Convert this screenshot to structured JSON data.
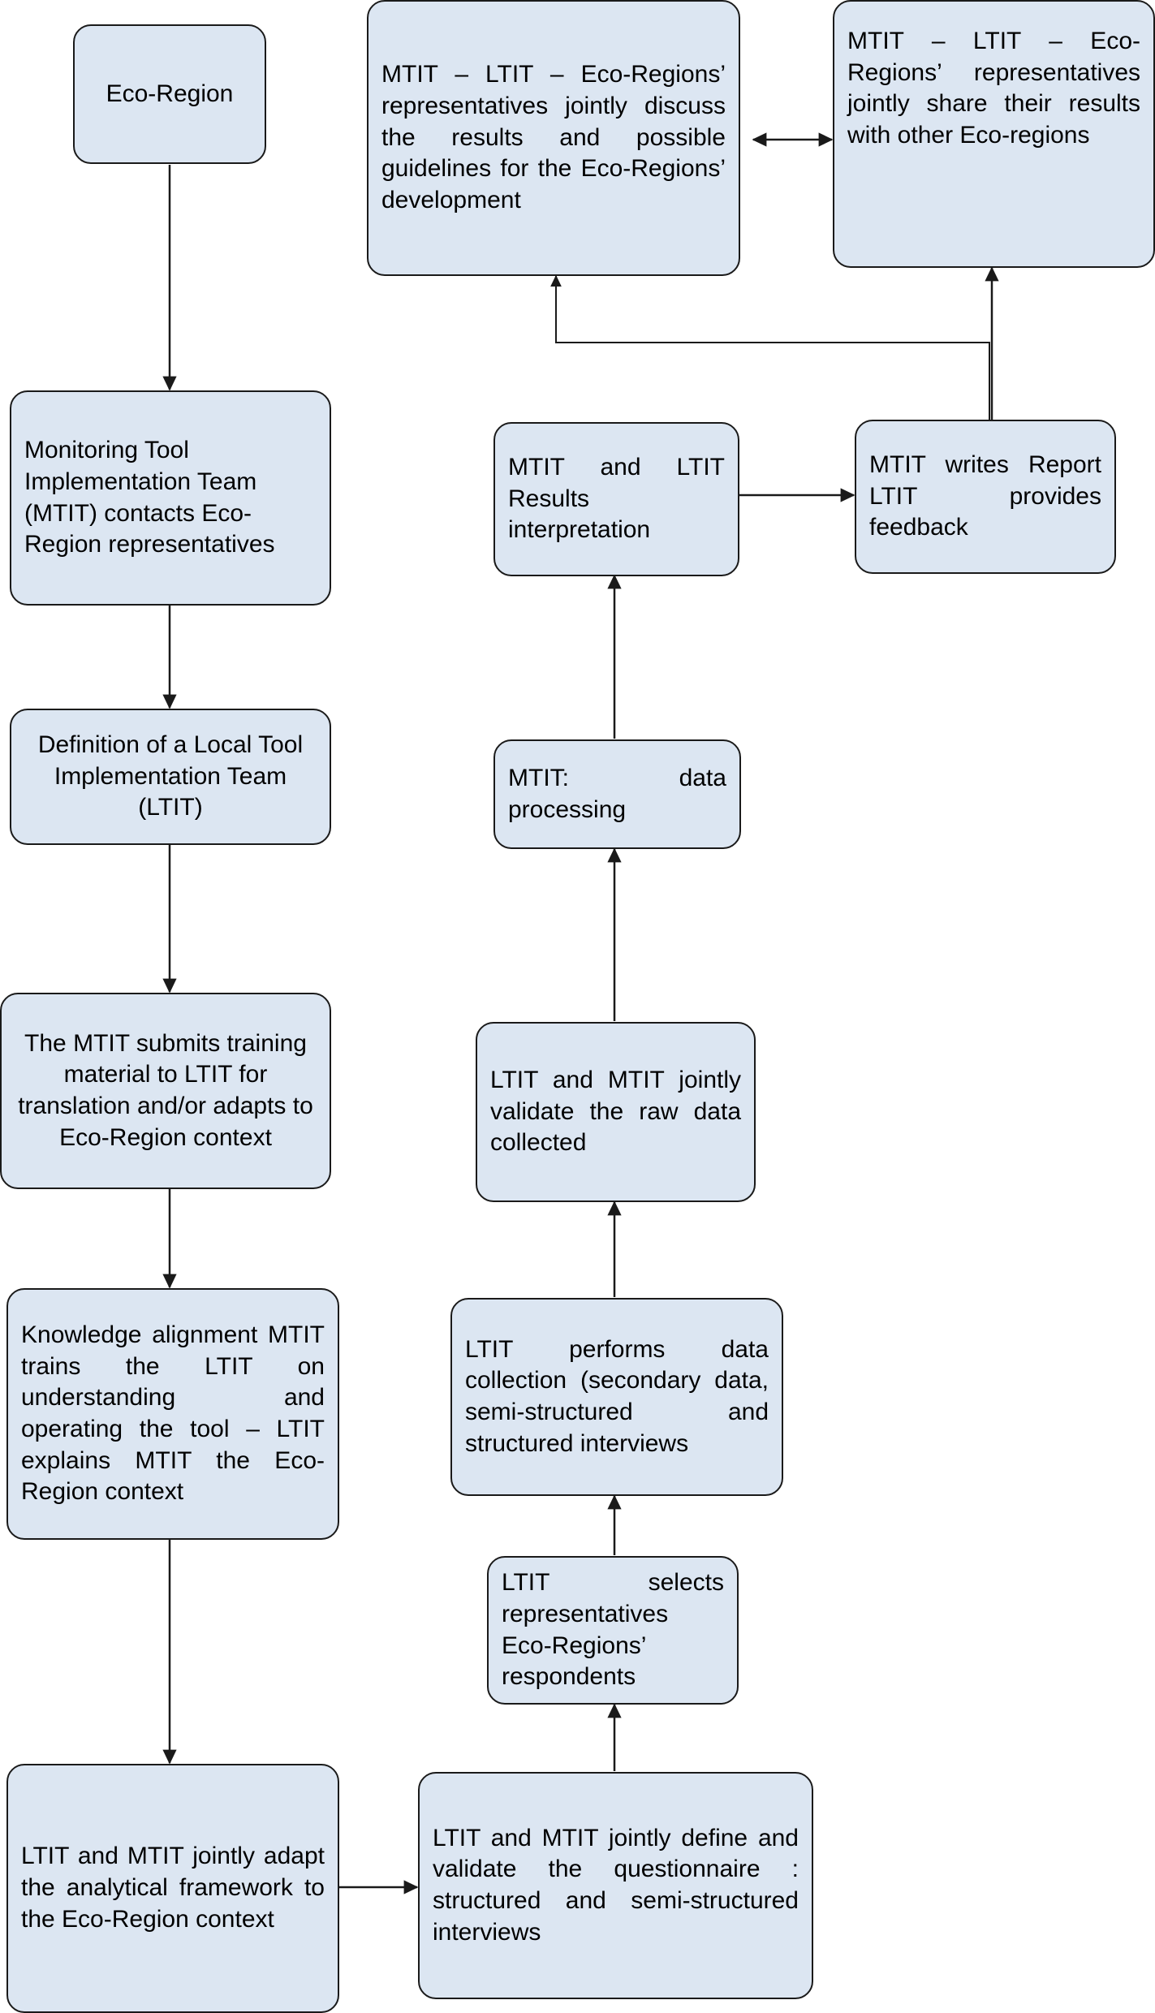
{
  "diagram": {
    "title": "Eco-Region monitoring tool implementation process flowchart",
    "colors": {
      "node_fill": "#dce6f2",
      "node_border": "#1a1a1a",
      "edge": "#1a1a1a",
      "background": "#ffffff"
    },
    "nodes": {
      "eco_region": "Eco-Region",
      "mtit_contacts": "Monitoring Tool Implementation Team (MTIT) contacts Eco-Region representatives",
      "definition_ltit": "Definition of a Local Tool Implementation Team (LTIT)",
      "mtit_submits": "The MTIT submits training material to LTIT for translation and/or  adapts to Eco-Region context",
      "knowledge_alignment": "Knowledge alignment MTIT trains the LTIT on understanding and operating the tool – LTIT explains MTIT the Eco- Region context",
      "adapt_framework": "LTIT and MTIT jointly adapt the analytical framework to the Eco-Region context",
      "define_questionnaire": "LTIT and MTIT jointly define and validate the questionnaire : structured and semi-structured interviews",
      "selects_respondents": "LTIT selects representatives Eco-Regions’ respondents",
      "performs_collection": "LTIT performs data collection (secondary data, semi-structured and structured interviews",
      "validate_raw_data": "LTIT and MTIT jointly validate the raw data collected",
      "data_processing": "MTIT: data processing",
      "results_interpretation": "MTIT and LTIT Results interpretation",
      "writes_report": "MTIT writes Report LTIT provides feedback",
      "discuss_results": "MTIT – LTIT – Eco-Regions’ representatives jointly discuss the results and possible guidelines for the Eco-Regions’ development",
      "share_results": "MTIT – LTIT – Eco-Regions’ representatives jointly share their results with other Eco-regions"
    },
    "edges": [
      {
        "from": "eco_region",
        "to": "mtit_contacts",
        "kind": "arrow-down"
      },
      {
        "from": "mtit_contacts",
        "to": "definition_ltit",
        "kind": "arrow-down"
      },
      {
        "from": "definition_ltit",
        "to": "mtit_submits",
        "kind": "arrow-down"
      },
      {
        "from": "mtit_submits",
        "to": "knowledge_alignment",
        "kind": "arrow-down"
      },
      {
        "from": "knowledge_alignment",
        "to": "adapt_framework",
        "kind": "arrow-down"
      },
      {
        "from": "adapt_framework",
        "to": "define_questionnaire",
        "kind": "arrow-right"
      },
      {
        "from": "define_questionnaire",
        "to": "selects_respondents",
        "kind": "arrow-up"
      },
      {
        "from": "selects_respondents",
        "to": "performs_collection",
        "kind": "arrow-up"
      },
      {
        "from": "performs_collection",
        "to": "validate_raw_data",
        "kind": "arrow-up"
      },
      {
        "from": "validate_raw_data",
        "to": "data_processing",
        "kind": "arrow-up"
      },
      {
        "from": "data_processing",
        "to": "results_interpretation",
        "kind": "arrow-up"
      },
      {
        "from": "results_interpretation",
        "to": "writes_report",
        "kind": "arrow-right"
      },
      {
        "from": "writes_report",
        "to": "share_results",
        "kind": "arrow-up"
      },
      {
        "from": "writes_report",
        "to": "discuss_results",
        "kind": "elbow-up-left"
      },
      {
        "from": "discuss_results",
        "to": "share_results",
        "kind": "double-arrow-horizontal"
      }
    ]
  }
}
